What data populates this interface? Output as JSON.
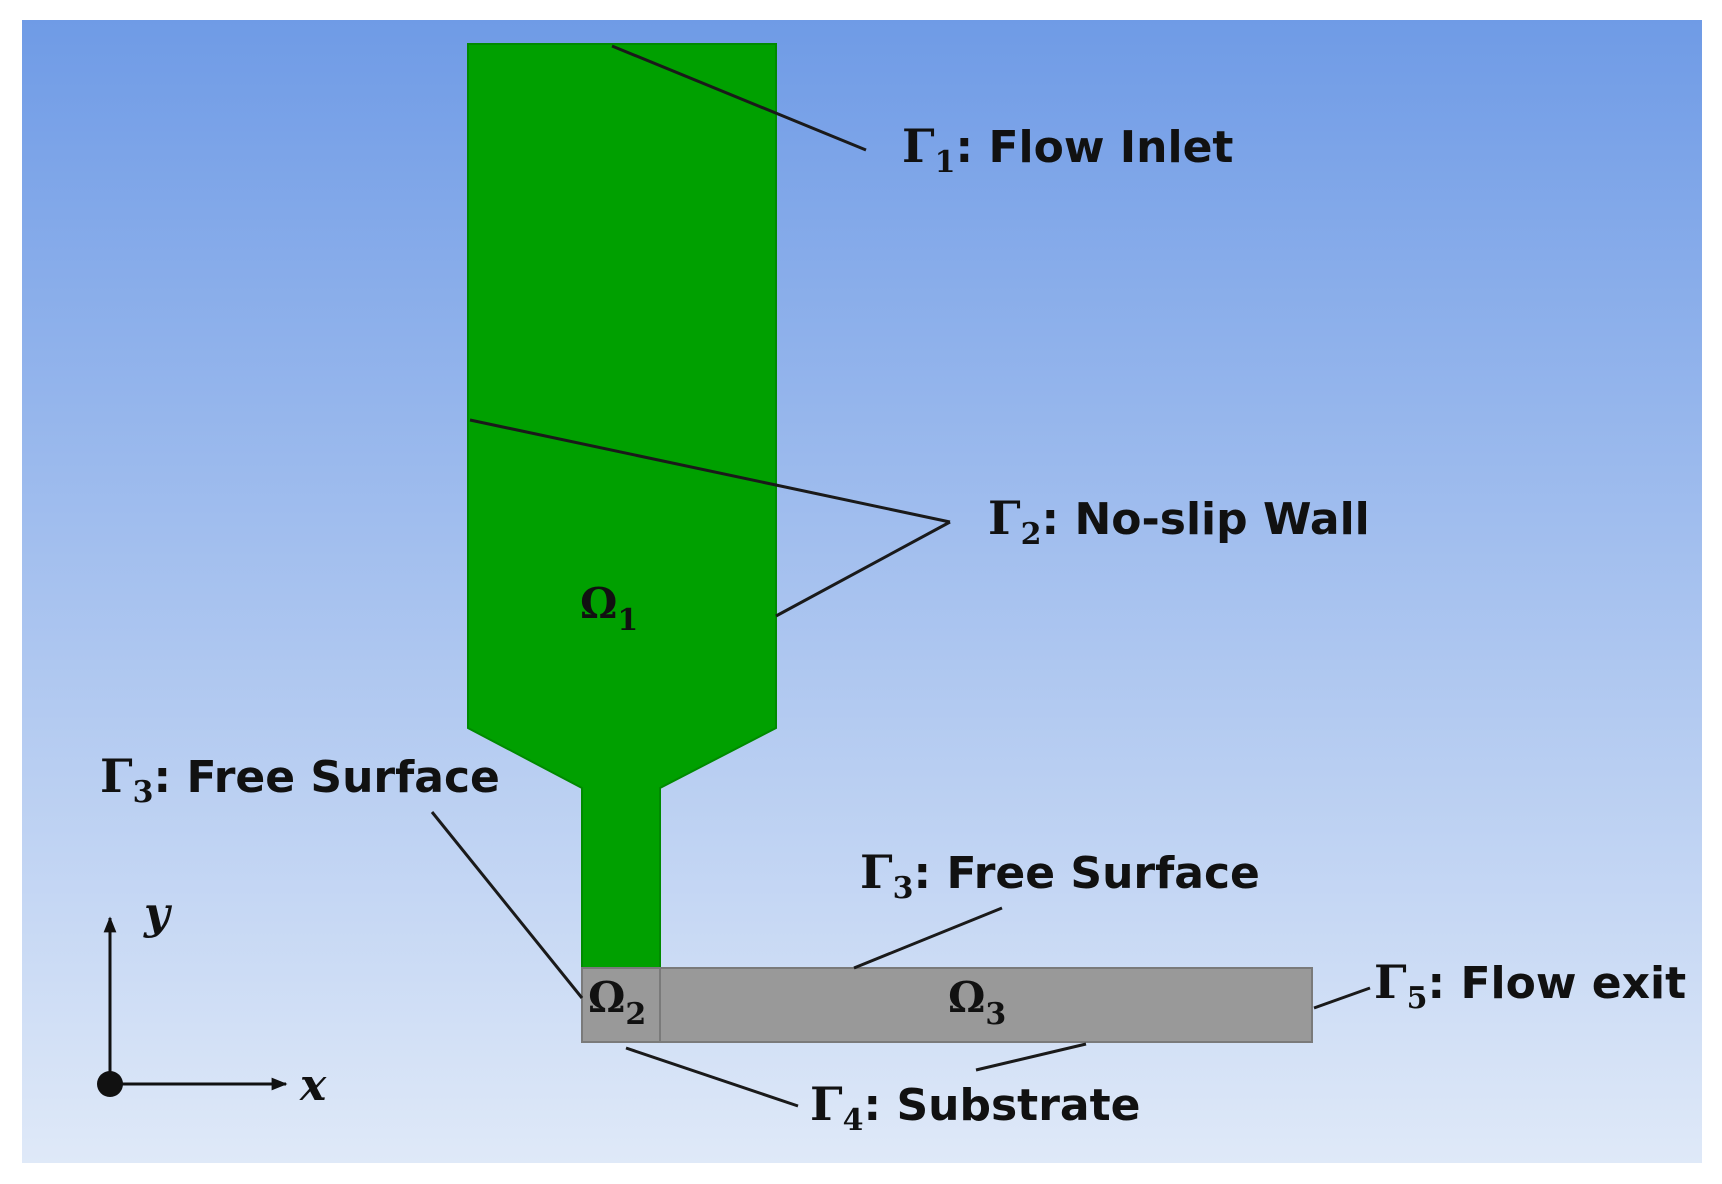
{
  "diagram": {
    "colors": {
      "background_top": "#6f9be6",
      "background_bottom": "#dfe9f8",
      "nozzle": "#00a000",
      "deposit": "#999999",
      "deposit_border": "#7a7a7a",
      "ink": "#111111"
    },
    "domains": {
      "omega1": {
        "symbol": "Ω",
        "sub": "1"
      },
      "omega2": {
        "symbol": "Ω",
        "sub": "2"
      },
      "omega3": {
        "symbol": "Ω",
        "sub": "3"
      }
    },
    "boundaries": {
      "inlet": {
        "symbol": "Γ",
        "sub": "1",
        "text": ": Flow Inlet"
      },
      "wall": {
        "symbol": "Γ",
        "sub": "2",
        "text": ": No-slip Wall"
      },
      "free_surface_left": {
        "symbol": "Γ",
        "sub": "3",
        "text": ": Free Surface"
      },
      "free_surface_top": {
        "symbol": "Γ",
        "sub": "3",
        "text": ": Free Surface"
      },
      "substrate": {
        "symbol": "Γ",
        "sub": "4",
        "text": ": Substrate"
      },
      "exit": {
        "symbol": "Γ",
        "sub": "5",
        "text": ": Flow exit"
      }
    },
    "axes": {
      "x": "x",
      "y": "y"
    }
  }
}
